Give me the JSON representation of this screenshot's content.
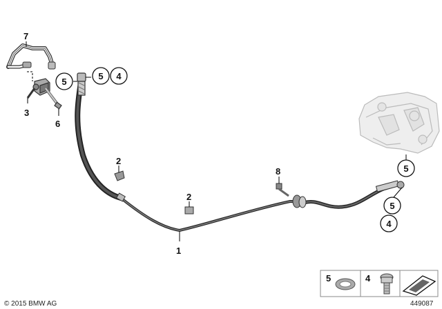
{
  "callouts": {
    "c1": "1",
    "c2a": "2",
    "c2b": "2",
    "c3": "3",
    "c4a": "4",
    "c4b": "4",
    "c5a": "5",
    "c5b": "5",
    "c5c": "5",
    "c5d": "5",
    "c6": "6",
    "c7": "7",
    "c8": "8"
  },
  "legend": {
    "item_a": "5",
    "item_b": "4"
  },
  "footer": {
    "copyright": "© 2015 BMW AG",
    "diagram_number": "449087"
  }
}
